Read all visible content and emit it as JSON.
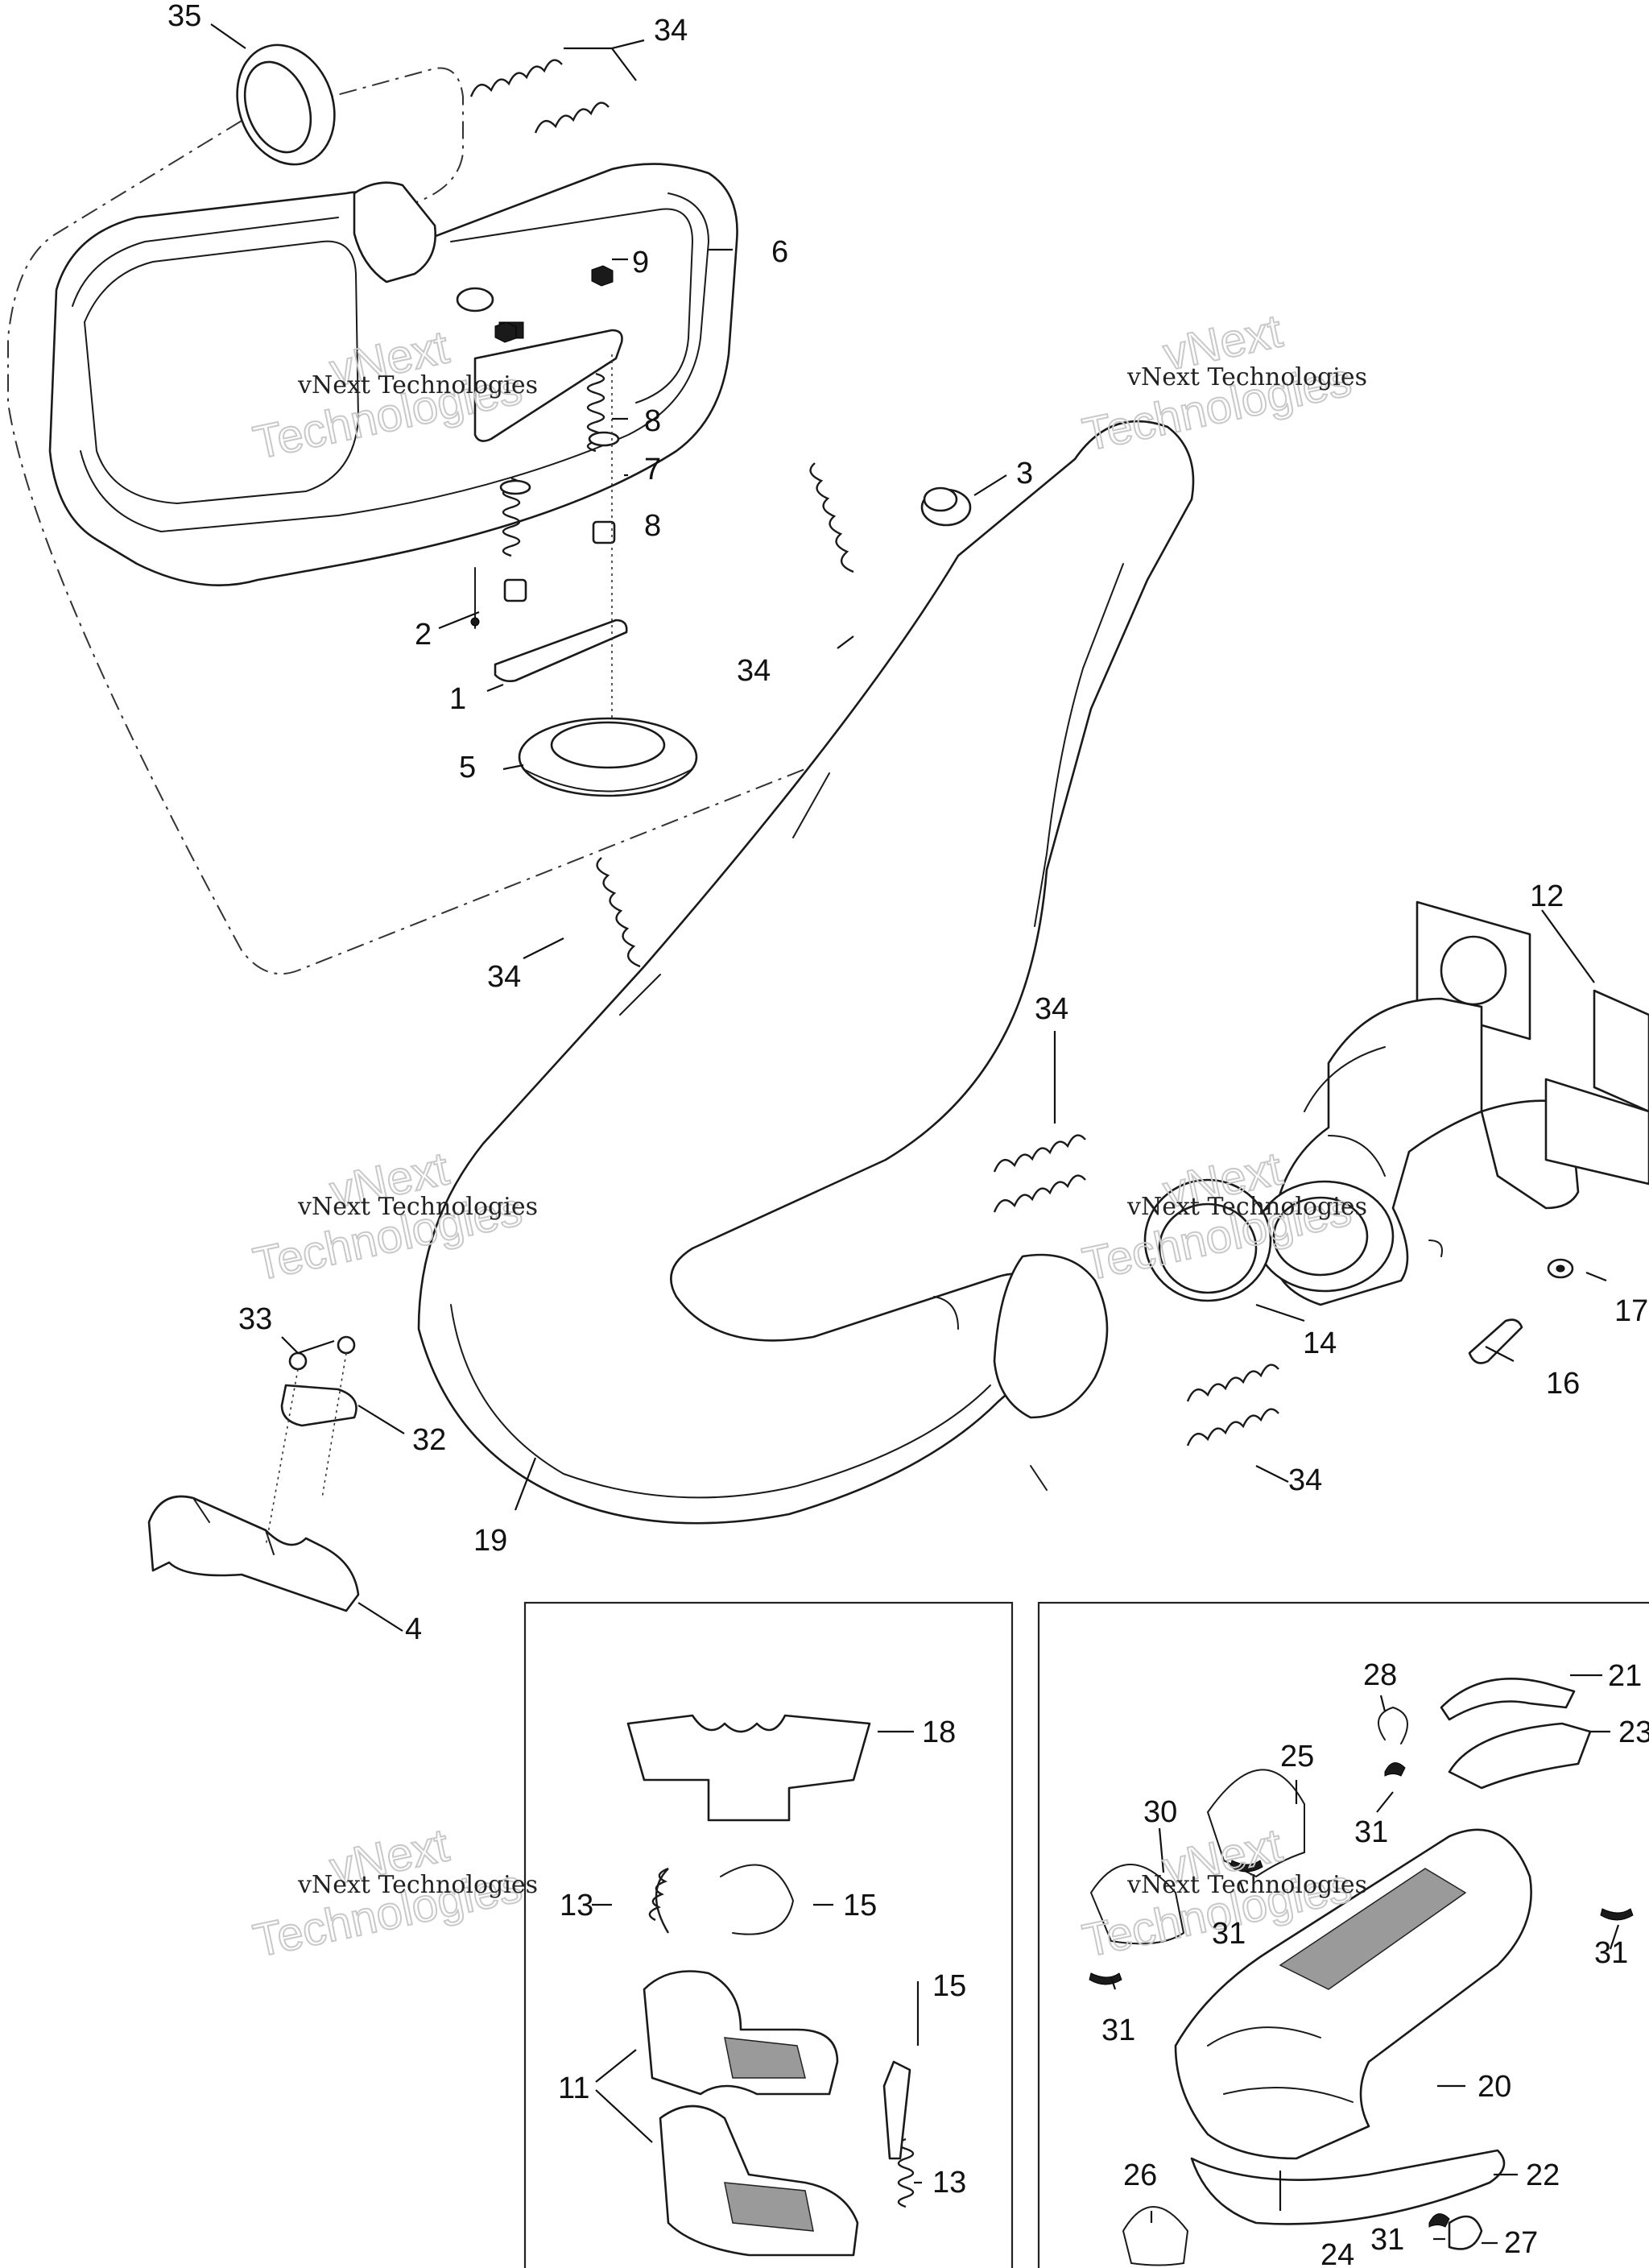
{
  "watermark": {
    "line": "vNext Technologies",
    "big_top": "vNext",
    "big_bottom": "Technologies"
  },
  "callouts": {
    "c35": "35",
    "c34_top": "34",
    "c6": "6",
    "c9": "9",
    "c8_top": "8",
    "c7": "7",
    "c8_mid": "8",
    "c3": "3",
    "c2": "2",
    "c34_mid": "34",
    "c1": "1",
    "c5": "5",
    "c34_left": "34",
    "c12": "12",
    "c34_center": "34",
    "c17": "17",
    "c33": "33",
    "c14": "14",
    "c16": "16",
    "c32": "32",
    "c34_bottom": "34",
    "c19": "19",
    "c4": "4",
    "c18": "18",
    "c13_a": "13",
    "c15_a": "15",
    "c15_b": "15",
    "c11": "11",
    "c13_b": "13",
    "c28": "28",
    "c21": "21",
    "c23": "23",
    "c25": "25",
    "c30": "30",
    "c31_a": "31",
    "c31_b": "31",
    "c31_c": "31",
    "c31_d": "31",
    "c20": "20",
    "c26": "26",
    "c22": "22",
    "c24": "24",
    "c31_e": "31",
    "c27": "27"
  }
}
